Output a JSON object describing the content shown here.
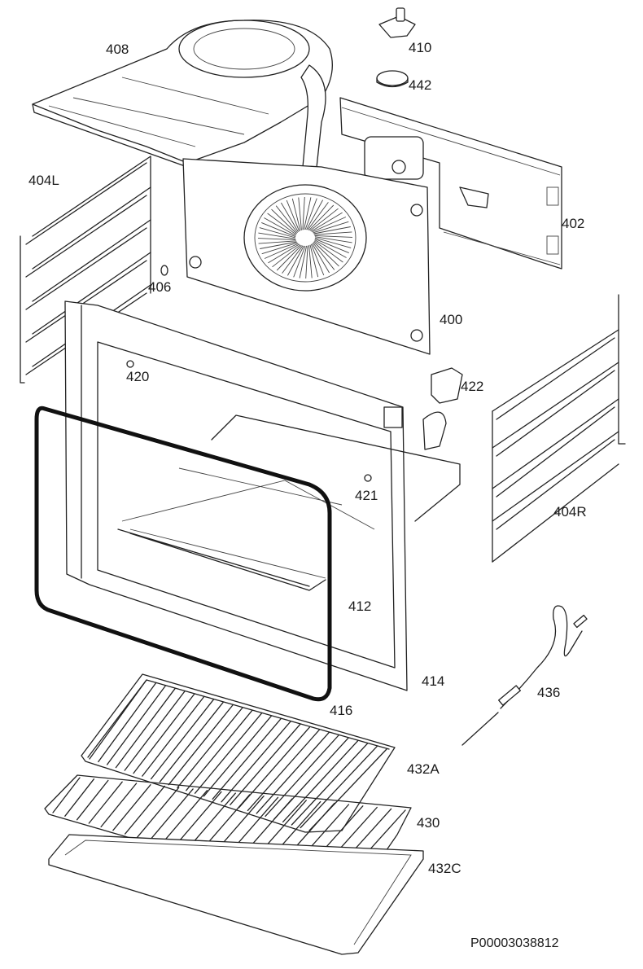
{
  "parts": [
    {
      "id": "p408",
      "label": "408"
    },
    {
      "id": "p410",
      "label": "410"
    },
    {
      "id": "p442",
      "label": "442"
    },
    {
      "id": "p404L",
      "label": "404L"
    },
    {
      "id": "p402",
      "label": "402"
    },
    {
      "id": "p406",
      "label": "406"
    },
    {
      "id": "p400",
      "label": "400"
    },
    {
      "id": "p420",
      "label": "420"
    },
    {
      "id": "p422",
      "label": "422"
    },
    {
      "id": "p421",
      "label": "421"
    },
    {
      "id": "p404R",
      "label": "404R"
    },
    {
      "id": "p412",
      "label": "412"
    },
    {
      "id": "p414",
      "label": "414"
    },
    {
      "id": "p436",
      "label": "436"
    },
    {
      "id": "p416",
      "label": "416"
    },
    {
      "id": "p432A",
      "label": "432A"
    },
    {
      "id": "p430",
      "label": "430"
    },
    {
      "id": "p432C",
      "label": "432C"
    }
  ],
  "drawing_code": "P00003038812"
}
